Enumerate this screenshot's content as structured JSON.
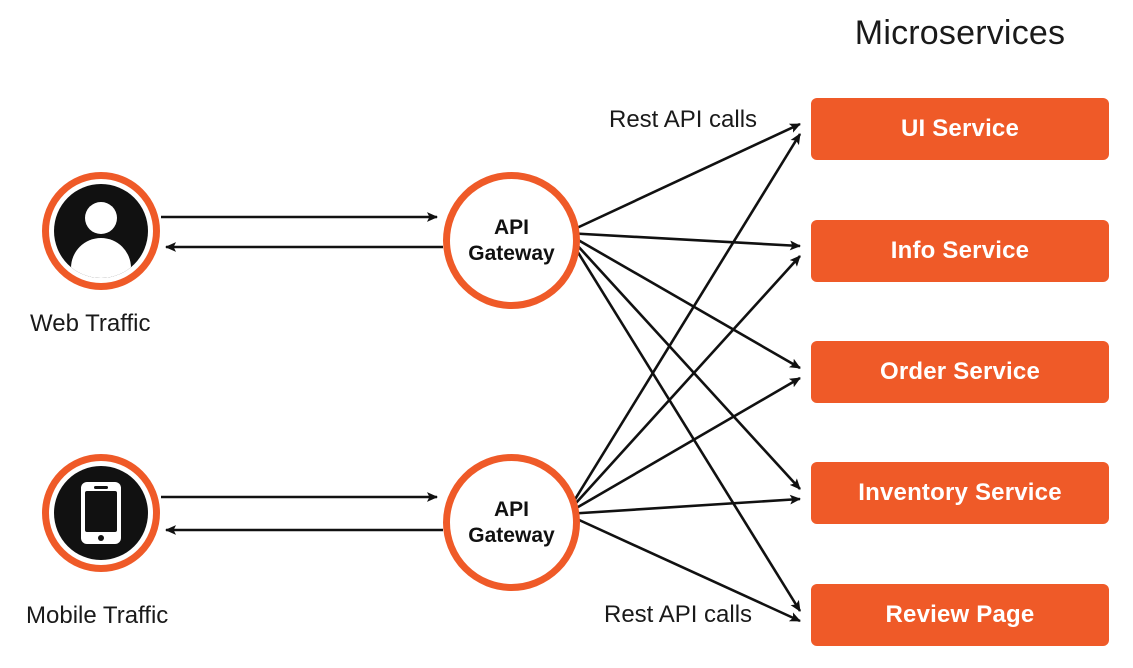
{
  "diagram": {
    "title": "Microservices",
    "colors": {
      "accent_orange": "#EF5A28",
      "node_fill_black": "#111111",
      "background": "#FFFFFF",
      "text_dark": "#1A1A1A",
      "text_on_accent": "#FFFFFF"
    }
  },
  "clients": [
    {
      "id": "web",
      "caption": "Web Traffic",
      "icon": "user-icon"
    },
    {
      "id": "mobile",
      "caption": "Mobile Traffic",
      "icon": "mobile-phone-icon"
    }
  ],
  "gateways": [
    {
      "id": "gateway-top",
      "line1": "API",
      "line2": "Gateway"
    },
    {
      "id": "gateway-bottom",
      "line1": "API",
      "line2": "Gateway"
    }
  ],
  "services": [
    {
      "id": "ui-service",
      "label": "UI Service"
    },
    {
      "id": "info-service",
      "label": "Info Service"
    },
    {
      "id": "order-service",
      "label": "Order Service"
    },
    {
      "id": "inventory-service",
      "label": "Inventory Service"
    },
    {
      "id": "review-page",
      "label": "Review Page"
    }
  ],
  "edge_labels": [
    {
      "id": "rest-api-calls-top",
      "text": "Rest API calls"
    },
    {
      "id": "rest-api-calls-bottom",
      "text": "Rest API calls"
    }
  ]
}
